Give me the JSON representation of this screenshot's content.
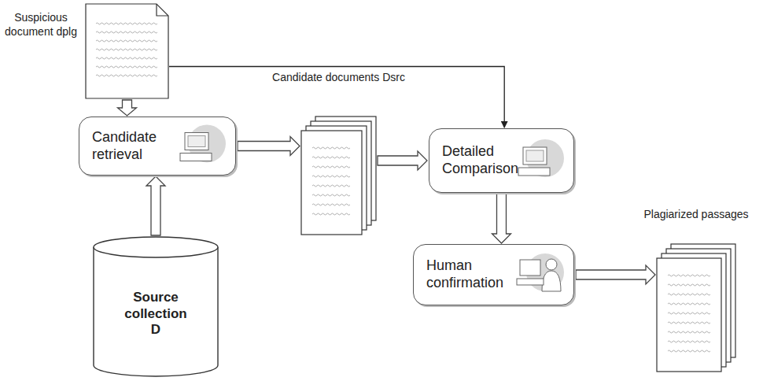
{
  "diagram": {
    "nodes": [
      {
        "text": [
          "Suspicious document dplg"
        ]
      },
      {
        "text": [
          "Candidate retrieval"
        ]
      },
      {
        "text": [
          "Source collection D"
        ]
      },
      {
        "text": [
          "Candidate documents Dsrc"
        ]
      },
      {
        "text": [
          "Detailed Comparison"
        ]
      },
      {
        "text": [
          "Human confirmation"
        ]
      },
      {
        "text": [
          "Plagiarized passages"
        ]
      }
    ],
    "edges": [
      {
        "from": 0,
        "to": 1,
        "arrow": "to"
      },
      {
        "from": 2,
        "to": 1,
        "arrow": "to"
      },
      {
        "from": 1,
        "to": 3,
        "arrow": "to"
      },
      {
        "from": 3,
        "to": 4,
        "arrow": "to"
      },
      {
        "from": 0,
        "to": 4,
        "arrow": "to"
      },
      {
        "from": 4,
        "to": 5,
        "arrow": "to"
      },
      {
        "from": 5,
        "to": 6,
        "arrow": "to"
      }
    ]
  }
}
